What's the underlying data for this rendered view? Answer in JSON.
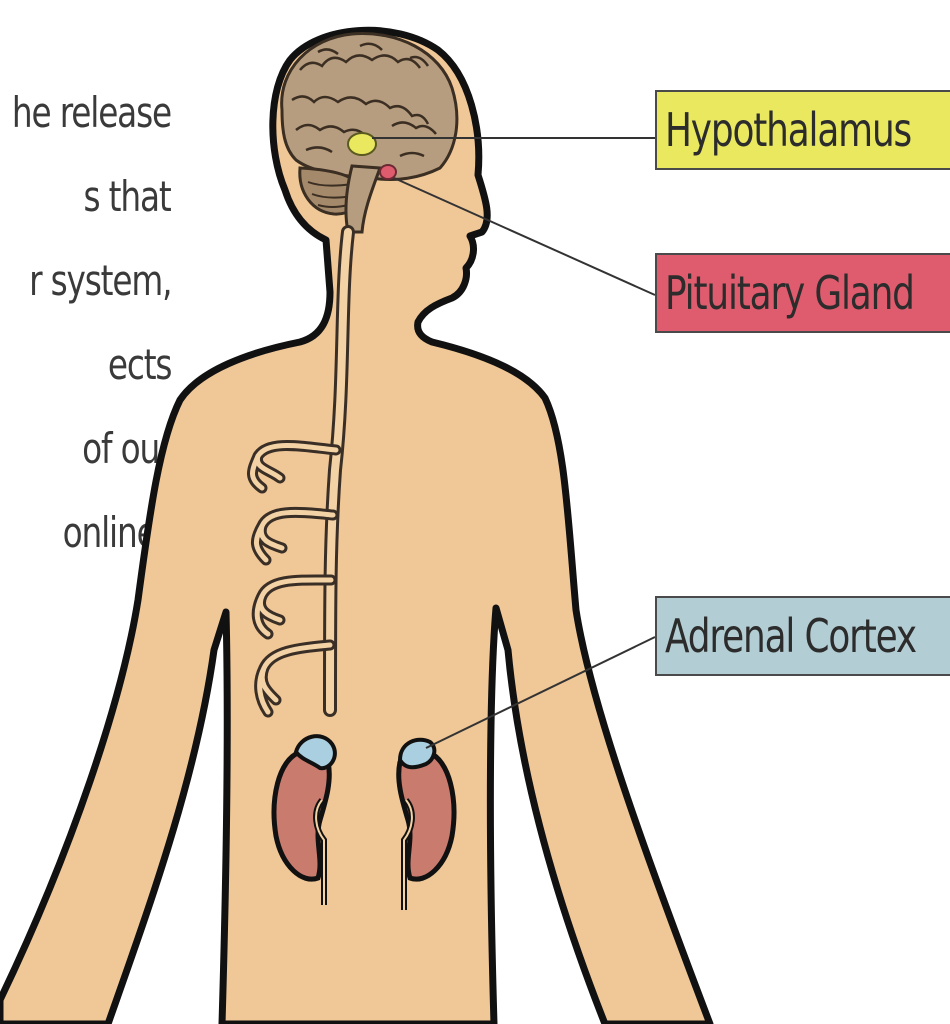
{
  "side_text": {
    "lines": [
      "he release",
      "s that",
      "r system,",
      "ects",
      "of our",
      "online”"
    ]
  },
  "labels": {
    "hypothalamus": {
      "text": "Hypothalamus",
      "color": "#e9e85f"
    },
    "pituitary": {
      "text": "Pituitary Gland",
      "color": "#df5b6e"
    },
    "adrenal": {
      "text": "Adrenal Cortex",
      "color": "#b2cdd3"
    }
  },
  "colors": {
    "skin": "#f0c797",
    "outline": "#111111",
    "brain": "#b79d7f",
    "kidney": "#c97b6e",
    "adrenal_cap": "#a9cfe0",
    "nerve": "#f3d2a5"
  }
}
